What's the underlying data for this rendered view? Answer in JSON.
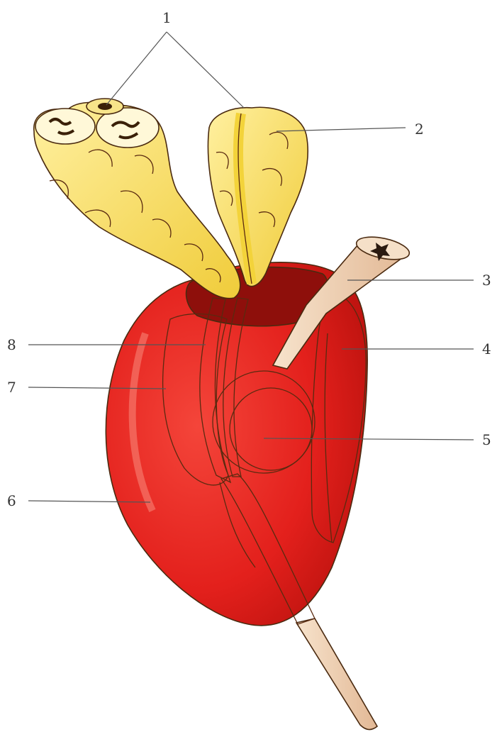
{
  "labels": [
    {
      "id": "label-1",
      "text": "1"
    },
    {
      "id": "label-2",
      "text": "2"
    },
    {
      "id": "label-3",
      "text": "3"
    },
    {
      "id": "label-4",
      "text": "4"
    },
    {
      "id": "label-5",
      "text": "5"
    },
    {
      "id": "label-6",
      "text": "6"
    },
    {
      "id": "label-7",
      "text": "7"
    },
    {
      "id": "label-8",
      "text": "8"
    }
  ],
  "colors": {
    "outer": "#e3201c",
    "outer_shade": "#c4130f",
    "inner_dark": "#a9150f",
    "side_orange": "#ee7a28",
    "bulb_pink": "#ee5a7a",
    "duct": "#e05545",
    "tube": "#f1d2b4",
    "gland_yellow": "#f4dc52",
    "gland_light": "#fff2a0"
  }
}
